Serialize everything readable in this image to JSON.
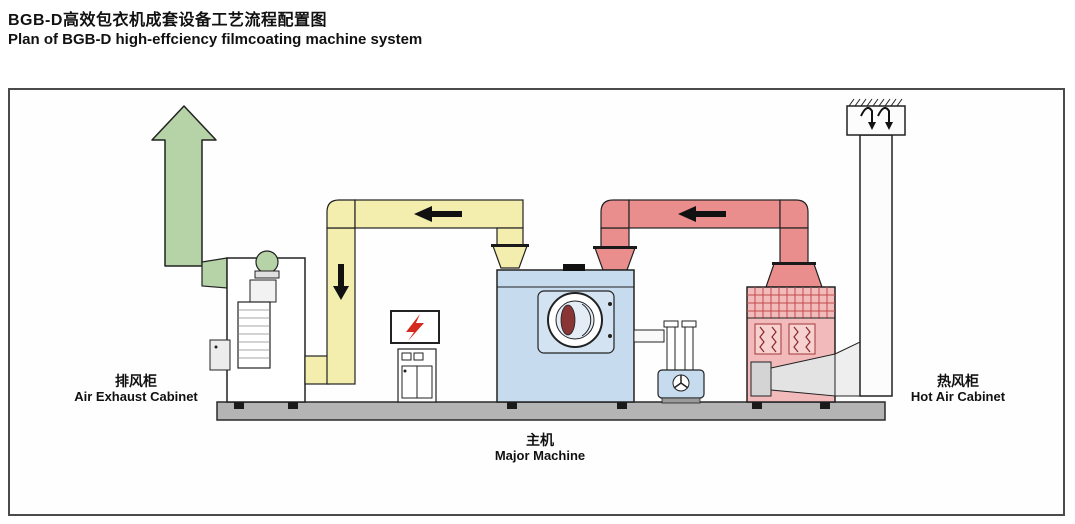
{
  "header": {
    "title_zh": "BGB-D高效包衣机成套设备工艺流程配置图",
    "title_en": "Plan of BGB-D high-effciency filmcoating machine system"
  },
  "diagram": {
    "type": "process-flow",
    "components": [
      {
        "id": "air-exhaust-cabinet",
        "label_zh": "排风柜",
        "label_en": "Air Exhaust Cabinet"
      },
      {
        "id": "major-machine",
        "label_zh": "主机",
        "label_en": "Major Machine"
      },
      {
        "id": "hot-air-cabinet",
        "label_zh": "热风柜",
        "label_en": "Hot Air Cabinet"
      }
    ],
    "flow": "fresh air intake → hot air cabinet → major machine → exhaust return duct → air exhaust cabinet → exhaust stack",
    "colors": {
      "exhaust_duct_green": "#b5d3a6",
      "return_duct_yellow": "#f3edae",
      "hot_air_duct_red": "#e98d8d",
      "major_machine_blue": "#c6dbee",
      "hot_cabinet_pink": "#f2baba",
      "platform_gray": "#b4b4b4",
      "lightning_red": "#d42a1e",
      "outline_black": "#1a1a1a"
    }
  }
}
